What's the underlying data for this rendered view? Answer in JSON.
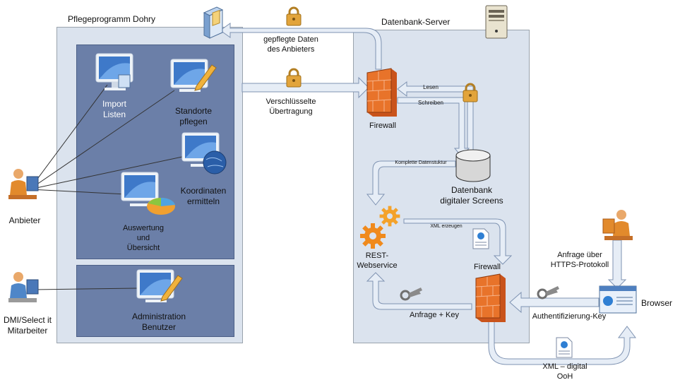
{
  "panels": {
    "pflegeprogramm_title": "Pflegeprogramm Dohry",
    "server_title": "Datenbank-Server"
  },
  "labels": {
    "import_listen": "Import\nListen",
    "standorte_pflegen": "Standorte\npflegen",
    "koordinaten_ermitteln": "Koordinaten\nermitteln",
    "auswertung_uebersicht": "Auswertung\nund\nÜbersicht",
    "administration_benutzer": "Administration\nBenutzer",
    "anbieter": "Anbieter",
    "dmi_mitarbeiter": "DMI/Select it\nMitarbeiter",
    "gepflegte_daten": "gepflegte Daten\ndes Anbieters",
    "verschluesselte_uebertragung": "Verschlüsselte\nÜbertragung",
    "firewall_top": "Firewall",
    "lesen": "Lesen",
    "schreiben": "Schreiben",
    "komplette_datenstruktur": "Komplette Datenstuktur",
    "datenbank": "Datenbank\ndigitaler Screens",
    "xml_erzeugen": "XML erzeugen",
    "rest_webservice": "REST-\nWebservice",
    "firewall_bottom": "Firewall",
    "anfrage_key": "Anfrage + Key",
    "authentifizierung_key": "Authentifizierung-Key",
    "anfrage_https": "Anfrage über\nHTTPS-Protokoll",
    "browser": "Browser",
    "xml_digital_ooh": "XML – digital\nOoH"
  },
  "colors": {
    "panel_bg_left": "#dbe3ee",
    "panel_bg_server": "#dbe3ee",
    "inner_blue": "#6b7fa8",
    "arrow_fill": "#e6edf6",
    "arrow_stroke": "#7f93b2",
    "firewall_orange": "#e8732a",
    "gear_orange": "#f08a1c",
    "lock_gold": "#e2a43b"
  },
  "icons": [
    "monitor-icon",
    "pen-icon",
    "globe-icon",
    "pie-chart-icon",
    "person-at-computer-icon",
    "server-tower-icon",
    "firewall-icon",
    "lock-icon",
    "database-icon",
    "gear-icon",
    "xml-document-icon",
    "key-icon",
    "browser-window-icon"
  ]
}
